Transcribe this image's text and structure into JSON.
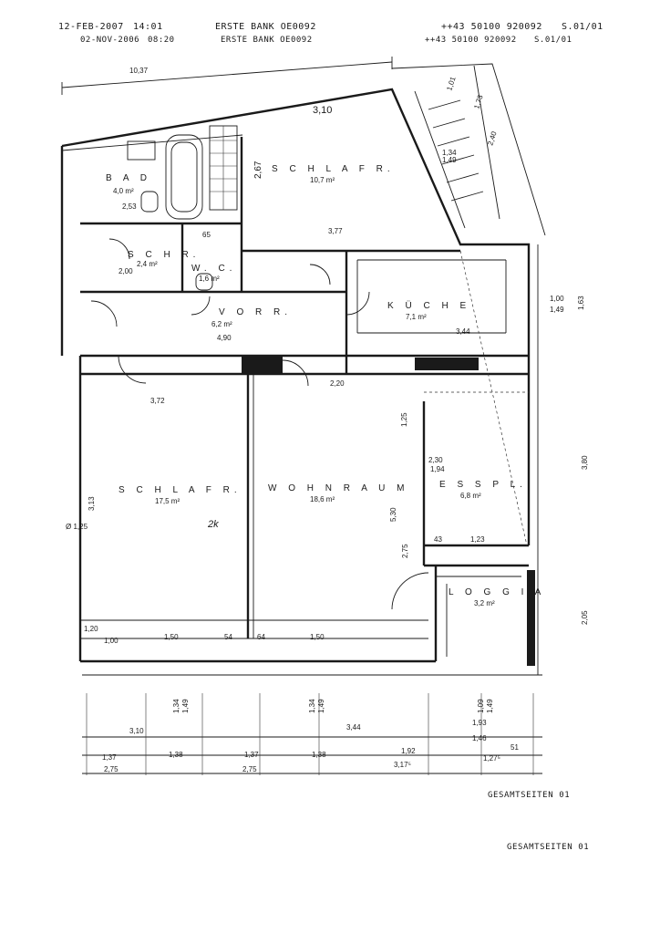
{
  "fax_header": {
    "line1": {
      "date": "12-FEB-2007",
      "time": "14:01",
      "sender": "ERSTE BANK OE0092",
      "phone": "++43 50100 920092",
      "page": "S.01/01"
    },
    "line2": {
      "date": "02-NOV-2006",
      "time": "08:20",
      "sender": "ERSTE BANK OE0092",
      "phone": "++43 50100 920092",
      "page": "S.01/01"
    }
  },
  "rooms": {
    "bad": {
      "name": "B A D",
      "area": "4,0 m²"
    },
    "schrank": {
      "name": "S C H R.",
      "area": "2,4 m²"
    },
    "wc": {
      "name": "W. C.",
      "area": "1,6 m²"
    },
    "schlafzimmer_oben": {
      "name": "S C H L A F R.",
      "area": "10,7 m²"
    },
    "vorraum": {
      "name": "V O R R.",
      "area": "6,2 m²"
    },
    "kueche": {
      "name": "K Ü C H E",
      "area": "7,1 m²"
    },
    "schlafzimmer": {
      "name": "S C H L A F R.",
      "area": "17,5 m²"
    },
    "wohnraum": {
      "name": "W O H N R A U M",
      "area": "18,6 m²"
    },
    "essplatz": {
      "name": "E S S P L.",
      "area": "6,8 m²"
    },
    "loggia": {
      "name": "L O G G I A",
      "area": "3,2 m²"
    }
  },
  "dimensions": {
    "top_overall": "10,37",
    "schlaf_height": "3,10",
    "schlaf_side": "2,67",
    "right_a": "1,01",
    "right_b": "1,73",
    "right_c": "1,34",
    "right_d": "1,49",
    "right_e": "2,40",
    "bad_width": "2,53",
    "schr_width": "2,00",
    "vorr_len": "4,90",
    "wc_w": "65",
    "k_w": "3,44",
    "k_dim": "3,77",
    "k_right1": "1,00",
    "k_right2": "1,49",
    "k_right3": "1,63",
    "mid_left": "3,72",
    "dim_220": "2,20",
    "dim_125": "1,25",
    "left_313": "3,13",
    "left_125": "Ø 1,25",
    "mid_530": "5,30",
    "mid_275": "2,75",
    "ess_230": "2,30",
    "ess_194": "1,94",
    "log_123": "1,23",
    "log_43": "43",
    "right_380": "3,80",
    "right_205": "2,05",
    "w_150a": "1,50",
    "w_150b": "1,50",
    "w_54": "54",
    "w_64": "64",
    "w_100": "1,00",
    "w_120": "1,20",
    "b_134a": "1,34",
    "b_149a": "1,49",
    "b_134b": "1,34",
    "b_149b": "1,49",
    "b_109": "1,09",
    "b_149c": "1,49",
    "b_310": "3,10",
    "b_344": "3,44",
    "b_193": "1,93",
    "b_146": "1,46",
    "b_137a": "1,37",
    "b_138a": "1,38",
    "b_137b": "1,37",
    "b_138b": "1,38",
    "b_192": "1,92",
    "b_51": "51",
    "b_275a": "2,75",
    "b_275b": "2,75",
    "b_317": "3,17⁵",
    "b_127": "1,27⁵",
    "hand_note": "2k"
  },
  "footer": {
    "total_pages_1": "GESAMTSEITEN 01",
    "total_pages_2": "GESAMTSEITEN 01"
  }
}
